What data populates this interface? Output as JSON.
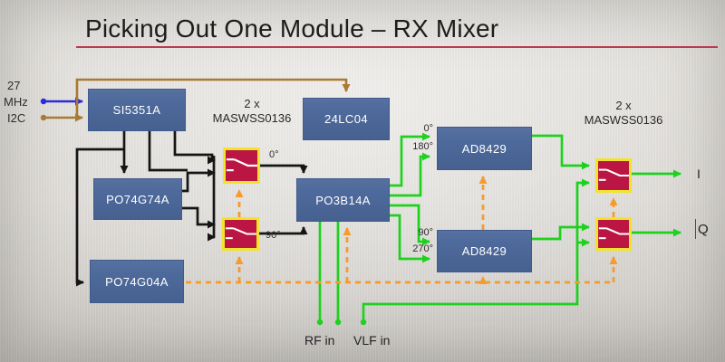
{
  "slide": {
    "title": "Picking Out One Module – RX Mixer"
  },
  "left_inputs": {
    "freq_value": "27",
    "freq_unit": "MHz",
    "bus": "I2C"
  },
  "blocks": {
    "si5351a": {
      "label": "SI5351A"
    },
    "eeprom": {
      "label": "24LC04"
    },
    "flipflop": {
      "label": "PO74G74A"
    },
    "inverter": {
      "label": "PO74G04A"
    },
    "rf_switch": {
      "label": "PO3B14A"
    },
    "amp_top": {
      "label": "AD8429"
    },
    "amp_bottom": {
      "label": "AD8429"
    }
  },
  "switch_groups": {
    "left": {
      "count": "2 x",
      "part": "MASWSS0136"
    },
    "right": {
      "count": "2 x",
      "part": "MASWSS0136"
    }
  },
  "phase_labels": {
    "lo_0": "0°",
    "lo_90": "90°",
    "if_0": "0°",
    "if_180": "180°",
    "if_90": "90°",
    "if_270": "270°"
  },
  "ports": {
    "rf_in": "RF in",
    "vlf_in": "VLF in",
    "i_out": "I",
    "q_out": "Q"
  },
  "colors": {
    "block_fill": "#4e6a9c",
    "switch_fill": "#bb1544",
    "switch_border": "#f2e42c",
    "wire_black": "#151515",
    "wire_green": "#1dd11d",
    "wire_orange": "#f59b2e",
    "wire_brown": "#a87a33",
    "wire_blue": "#2a2ae0",
    "title_underline": "#bc3950"
  }
}
